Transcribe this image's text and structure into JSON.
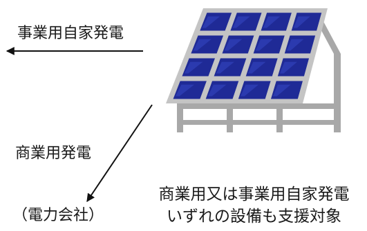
{
  "labels": {
    "self_use": "事業用自家発電",
    "commercial": "商業用発電",
    "power_company": "（電力会社）"
  },
  "caption": {
    "line1": "商業用又は事業用自家発電",
    "line2": "いずれの設備も支援対象"
  },
  "icons": {
    "panel": "solar-panel-icon",
    "arrow_left": "arrow-left-icon",
    "arrow_diag": "arrow-down-left-icon"
  },
  "colors": {
    "panel_cell": "#1f2a96",
    "panel_frame": "#b8b8b8",
    "stand": "#a8a8a8",
    "arrow": "#111111"
  }
}
